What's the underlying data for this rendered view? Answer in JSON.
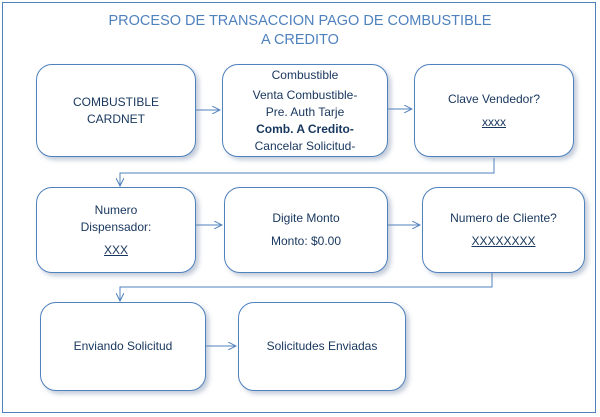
{
  "title": {
    "line1": "PROCESO DE TRANSACCION PAGO DE COMBUSTIBLE",
    "line2": "A CREDITO"
  },
  "boxes": {
    "combustible": {
      "line1": "COMBUSTIBLE",
      "line2": "CARDNET"
    },
    "menu": {
      "heading": "Combustible",
      "line1": "Venta Combustible-",
      "line2": "Pre. Auth Tarje",
      "line3": "Comb. A Credito-",
      "line4": "Cancelar Solicitud-"
    },
    "vendedor": {
      "label": "Clave Vendedor?",
      "value": "xxxx"
    },
    "dispensador": {
      "line1": "Numero",
      "line2": "Dispensador:",
      "value": "XXX"
    },
    "monto": {
      "line1": "Digite Monto",
      "line2": "Monto:  $0.00"
    },
    "cliente": {
      "label": "Numero de Cliente?",
      "value": "XXXXXXXX"
    },
    "enviando": {
      "label": "Enviando Solicitud"
    },
    "enviadas": {
      "label": "Solicitudes Enviadas"
    }
  },
  "colors": {
    "accent": "#4f81bd",
    "text": "#17365d"
  }
}
